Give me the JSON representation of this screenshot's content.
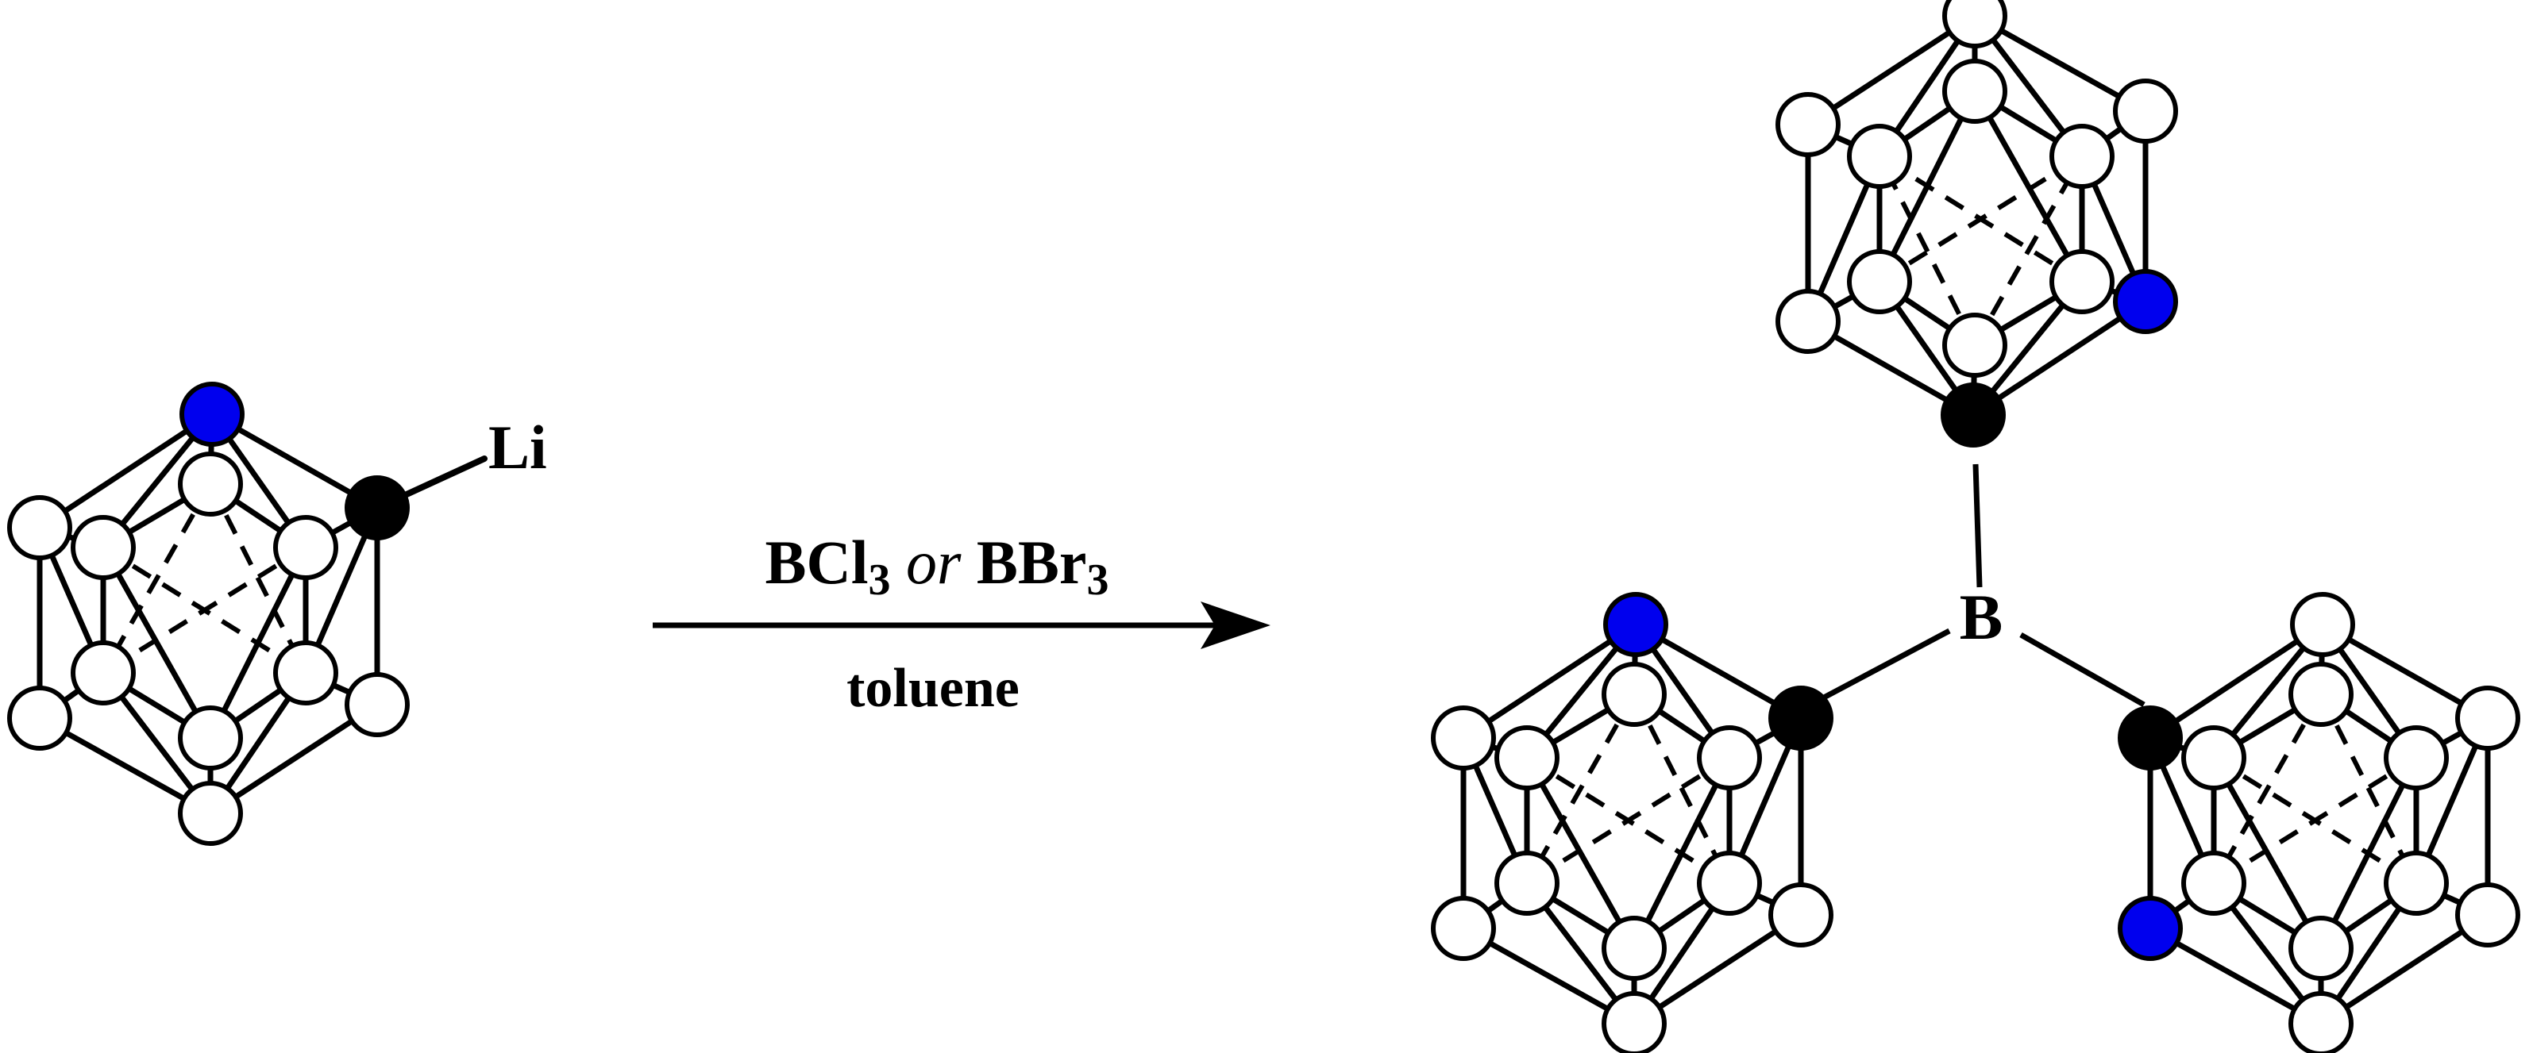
{
  "scheme": {
    "reactant": {
      "substituent_label": "Li"
    },
    "arrow": {
      "reagent_part1": "BCl",
      "reagent_sub1": "3",
      "reagent_or": "or",
      "reagent_part2": "BBr",
      "reagent_sub2": "3",
      "solvent": "toluene"
    },
    "product": {
      "central_atom_label": "B"
    }
  },
  "colors": {
    "bond": "#000000",
    "vertex_fill": "#ffffff",
    "carbon_blue": "#0000ee",
    "carbon_black": "#000000"
  },
  "icons": {
    "cage": "carborane-cage-icon",
    "arrow": "reaction-arrow-icon"
  }
}
